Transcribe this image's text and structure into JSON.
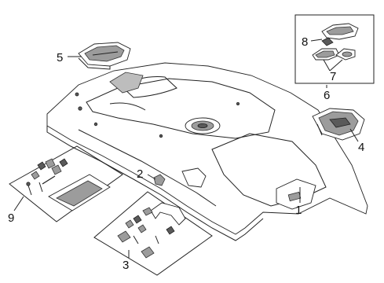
{
  "callouts": {
    "c1": "1",
    "c2": "2",
    "c3": "3",
    "c4": "4",
    "c5": "5",
    "c6": "6",
    "c7": "7",
    "c8": "8",
    "c9": "9"
  },
  "colors": {
    "line": "#222222",
    "shade": "#9c9c9c",
    "dark_shade": "#5a5a5a",
    "background": "#ffffff"
  }
}
